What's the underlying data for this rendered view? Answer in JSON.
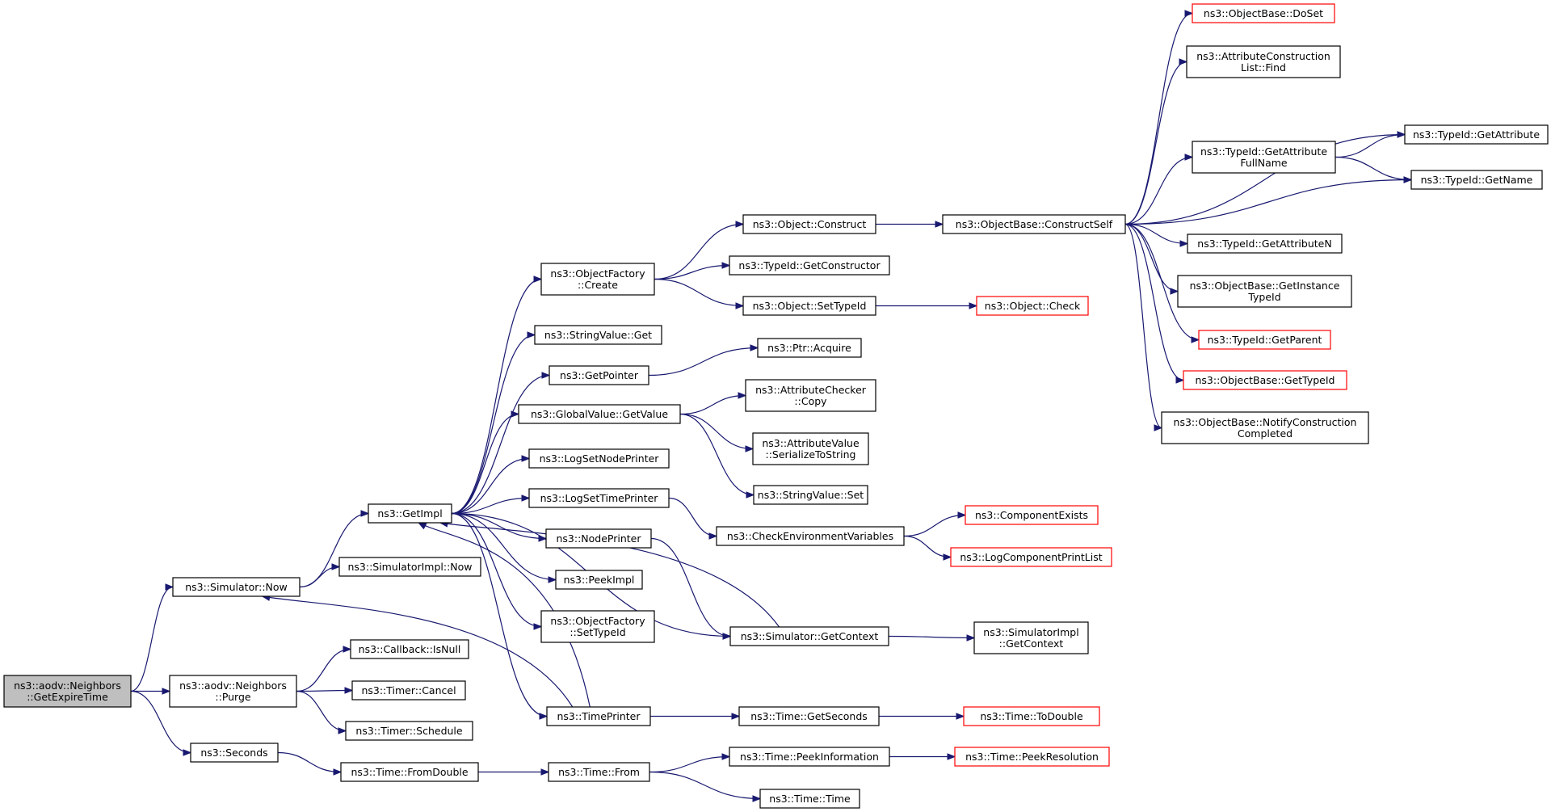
{
  "colors": {
    "edge": "#191970",
    "root_fill": "#bfbfbf",
    "node_border": "#000000",
    "truncated_border": "#ff0000"
  },
  "nodes": [
    {
      "id": "root",
      "lines": [
        "ns3::aodv::Neighbors",
        "::GetExpireTime"
      ],
      "style": "root"
    },
    {
      "id": "simnow",
      "lines": [
        "ns3::Simulator::Now"
      ]
    },
    {
      "id": "purge",
      "lines": [
        "ns3::aodv::Neighbors",
        "::Purge"
      ]
    },
    {
      "id": "seconds",
      "lines": [
        "ns3::Seconds"
      ]
    },
    {
      "id": "getimpl",
      "lines": [
        "ns3::GetImpl"
      ]
    },
    {
      "id": "simimplnow",
      "lines": [
        "ns3::SimulatorImpl::Now"
      ]
    },
    {
      "id": "cbisnull",
      "lines": [
        "ns3::Callback::IsNull"
      ]
    },
    {
      "id": "timercancel",
      "lines": [
        "ns3::Timer::Cancel"
      ]
    },
    {
      "id": "timersched",
      "lines": [
        "ns3::Timer::Schedule"
      ]
    },
    {
      "id": "fromdouble",
      "lines": [
        "ns3::Time::FromDouble"
      ]
    },
    {
      "id": "ofcreate",
      "lines": [
        "ns3::ObjectFactory",
        "::Create"
      ]
    },
    {
      "id": "strget",
      "lines": [
        "ns3::StringValue::Get"
      ]
    },
    {
      "id": "getpointer",
      "lines": [
        "ns3::GetPointer"
      ]
    },
    {
      "id": "gvgetvalue",
      "lines": [
        "ns3::GlobalValue::GetValue"
      ]
    },
    {
      "id": "lognodep",
      "lines": [
        "ns3::LogSetNodePrinter"
      ]
    },
    {
      "id": "logtimep",
      "lines": [
        "ns3::LogSetTimePrinter"
      ]
    },
    {
      "id": "nodeprinter",
      "lines": [
        "ns3::NodePrinter"
      ]
    },
    {
      "id": "peekimpl",
      "lines": [
        "ns3::PeekImpl"
      ]
    },
    {
      "id": "ofsettypeid",
      "lines": [
        "ns3::ObjectFactory",
        "::SetTypeId"
      ]
    },
    {
      "id": "timeprinter",
      "lines": [
        "ns3::TimePrinter"
      ]
    },
    {
      "id": "timefrom",
      "lines": [
        "ns3::Time::From"
      ]
    },
    {
      "id": "objconstruct",
      "lines": [
        "ns3::Object::Construct"
      ]
    },
    {
      "id": "tidgetctor",
      "lines": [
        "ns3::TypeId::GetConstructor"
      ]
    },
    {
      "id": "objsettid",
      "lines": [
        "ns3::Object::SetTypeId"
      ]
    },
    {
      "id": "ptracquire",
      "lines": [
        "ns3::Ptr::Acquire"
      ]
    },
    {
      "id": "acopy",
      "lines": [
        "ns3::AttributeChecker",
        "::Copy"
      ]
    },
    {
      "id": "avser",
      "lines": [
        "ns3::AttributeValue",
        "::SerializeToString"
      ]
    },
    {
      "id": "strset",
      "lines": [
        "ns3::StringValue::Set"
      ]
    },
    {
      "id": "checkenv",
      "lines": [
        "ns3::CheckEnvironmentVariables"
      ]
    },
    {
      "id": "simgetctx",
      "lines": [
        "ns3::Simulator::GetContext"
      ]
    },
    {
      "id": "timegetsec",
      "lines": [
        "ns3::Time::GetSeconds"
      ]
    },
    {
      "id": "peekinfo",
      "lines": [
        "ns3::Time::PeekInformation"
      ]
    },
    {
      "id": "timetime",
      "lines": [
        "ns3::Time::Time"
      ]
    },
    {
      "id": "constructself",
      "lines": [
        "ns3::ObjectBase::ConstructSelf"
      ]
    },
    {
      "id": "objcheck",
      "lines": [
        "ns3::Object::Check"
      ],
      "style": "truncated"
    },
    {
      "id": "compexists",
      "lines": [
        "ns3::ComponentExists"
      ],
      "style": "truncated"
    },
    {
      "id": "logcpl",
      "lines": [
        "ns3::LogComponentPrintList"
      ],
      "style": "truncated"
    },
    {
      "id": "simimplctx",
      "lines": [
        "ns3::SimulatorImpl",
        "::GetContext"
      ]
    },
    {
      "id": "todouble",
      "lines": [
        "ns3::Time::ToDouble"
      ],
      "style": "truncated"
    },
    {
      "id": "peekres",
      "lines": [
        "ns3::Time::PeekResolution"
      ],
      "style": "truncated"
    },
    {
      "id": "dosetr",
      "lines": [
        "ns3::ObjectBase::DoSet"
      ],
      "style": "truncated"
    },
    {
      "id": "aclfind",
      "lines": [
        "ns3::AttributeConstruction",
        "List::Find"
      ]
    },
    {
      "id": "tidgafn",
      "lines": [
        "ns3::TypeId::GetAttribute",
        "FullName"
      ]
    },
    {
      "id": "tidgetattrn",
      "lines": [
        "ns3::TypeId::GetAttributeN"
      ]
    },
    {
      "id": "obgetinst",
      "lines": [
        "ns3::ObjectBase::GetInstance",
        "TypeId"
      ]
    },
    {
      "id": "tidgetparent",
      "lines": [
        "ns3::TypeId::GetParent"
      ],
      "style": "truncated"
    },
    {
      "id": "obgettid",
      "lines": [
        "ns3::ObjectBase::GetTypeId"
      ],
      "style": "truncated"
    },
    {
      "id": "obnotify",
      "lines": [
        "ns3::ObjectBase::NotifyConstruction",
        "Completed"
      ]
    },
    {
      "id": "tidgetattr",
      "lines": [
        "ns3::TypeId::GetAttribute"
      ]
    },
    {
      "id": "tidgetname",
      "lines": [
        "ns3::TypeId::GetName"
      ]
    }
  ],
  "edges": [
    [
      "root",
      "simnow"
    ],
    [
      "root",
      "purge"
    ],
    [
      "root",
      "seconds"
    ],
    [
      "simnow",
      "getimpl"
    ],
    [
      "simnow",
      "simimplnow"
    ],
    [
      "purge",
      "cbisnull"
    ],
    [
      "purge",
      "timercancel"
    ],
    [
      "purge",
      "timersched"
    ],
    [
      "seconds",
      "fromdouble"
    ],
    [
      "fromdouble",
      "timefrom"
    ],
    [
      "getimpl",
      "ofcreate"
    ],
    [
      "getimpl",
      "strget"
    ],
    [
      "getimpl",
      "getpointer"
    ],
    [
      "getimpl",
      "gvgetvalue"
    ],
    [
      "getimpl",
      "lognodep"
    ],
    [
      "getimpl",
      "logtimep"
    ],
    [
      "getimpl",
      "nodeprinter"
    ],
    [
      "getimpl",
      "peekimpl"
    ],
    [
      "getimpl",
      "ofsettypeid"
    ],
    [
      "getimpl",
      "timeprinter"
    ],
    [
      "getimpl",
      "simgetctx"
    ],
    [
      "timeprinter",
      "getimpl"
    ],
    [
      "timeprinter",
      "simnow"
    ],
    [
      "timeprinter",
      "timegetsec"
    ],
    [
      "simgetctx",
      "getimpl"
    ],
    [
      "simgetctx",
      "simimplctx"
    ],
    [
      "nodeprinter",
      "simgetctx"
    ],
    [
      "logtimep",
      "checkenv"
    ],
    [
      "ofcreate",
      "objconstruct"
    ],
    [
      "ofcreate",
      "tidgetctor"
    ],
    [
      "ofcreate",
      "objsettid"
    ],
    [
      "getpointer",
      "ptracquire"
    ],
    [
      "gvgetvalue",
      "acopy"
    ],
    [
      "gvgetvalue",
      "avser"
    ],
    [
      "gvgetvalue",
      "strset"
    ],
    [
      "checkenv",
      "compexists"
    ],
    [
      "checkenv",
      "logcpl"
    ],
    [
      "timegetsec",
      "todouble"
    ],
    [
      "timefrom",
      "peekinfo"
    ],
    [
      "timefrom",
      "timetime"
    ],
    [
      "peekinfo",
      "peekres"
    ],
    [
      "objconstruct",
      "constructself"
    ],
    [
      "objsettid",
      "objcheck"
    ],
    [
      "constructself",
      "dosetr"
    ],
    [
      "constructself",
      "aclfind"
    ],
    [
      "constructself",
      "tidgetattr"
    ],
    [
      "constructself",
      "tidgafn"
    ],
    [
      "constructself",
      "tidgetname"
    ],
    [
      "constructself",
      "tidgetattrn"
    ],
    [
      "constructself",
      "obgetinst"
    ],
    [
      "constructself",
      "tidgetparent"
    ],
    [
      "constructself",
      "obgettid"
    ],
    [
      "constructself",
      "obnotify"
    ],
    [
      "tidgafn",
      "tidgetattr"
    ],
    [
      "tidgafn",
      "tidgetname"
    ]
  ]
}
